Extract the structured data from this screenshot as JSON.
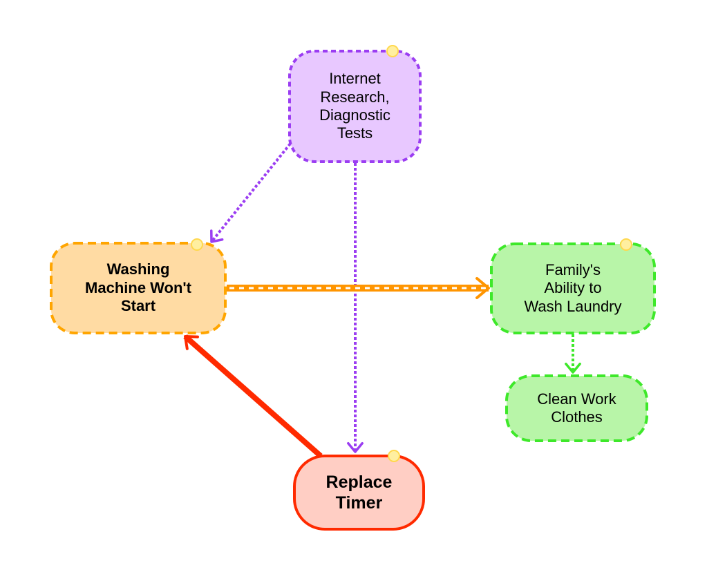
{
  "diagram": {
    "type": "concept-map",
    "nodes": [
      {
        "id": "research",
        "label": "Internet\nResearch,\nDiagnostic\nTests",
        "style": "purple-dashed",
        "fill": "#E8C8FF",
        "stroke": "#9B3DF2",
        "bold": false
      },
      {
        "id": "problem",
        "label": "Washing\nMachine Won't\nStart",
        "style": "orange-dashed",
        "fill": "#FFDBA3",
        "stroke": "#FFA500",
        "bold": true
      },
      {
        "id": "ability",
        "label": "Family's\nAbility to\nWash Laundry",
        "style": "green-dashed",
        "fill": "#B8F5A8",
        "stroke": "#3EE82A",
        "bold": false
      },
      {
        "id": "clothes",
        "label": "Clean Work\nClothes",
        "style": "green-dashed",
        "fill": "#B8F5A8",
        "stroke": "#3EE82A",
        "bold": false
      },
      {
        "id": "solution",
        "label": "Replace\nTimer",
        "style": "red-solid",
        "fill": "#FFCEC4",
        "stroke": "#FF2A00",
        "bold": true
      }
    ],
    "edges": [
      {
        "from": "research",
        "to": "problem",
        "style": "dotted",
        "color": "#9B3DF2"
      },
      {
        "from": "research",
        "to": "solution",
        "style": "dotted",
        "color": "#9B3DF2"
      },
      {
        "from": "problem",
        "to": "ability",
        "style": "double-dashed",
        "color": "#FF9500"
      },
      {
        "from": "ability",
        "to": "clothes",
        "style": "dotted",
        "color": "#3EE82A"
      },
      {
        "from": "solution",
        "to": "problem",
        "style": "solid-thick",
        "color": "#FF2A00"
      }
    ],
    "marker_color": "#FFEFA0",
    "marker_stroke": "#FFD84D"
  }
}
